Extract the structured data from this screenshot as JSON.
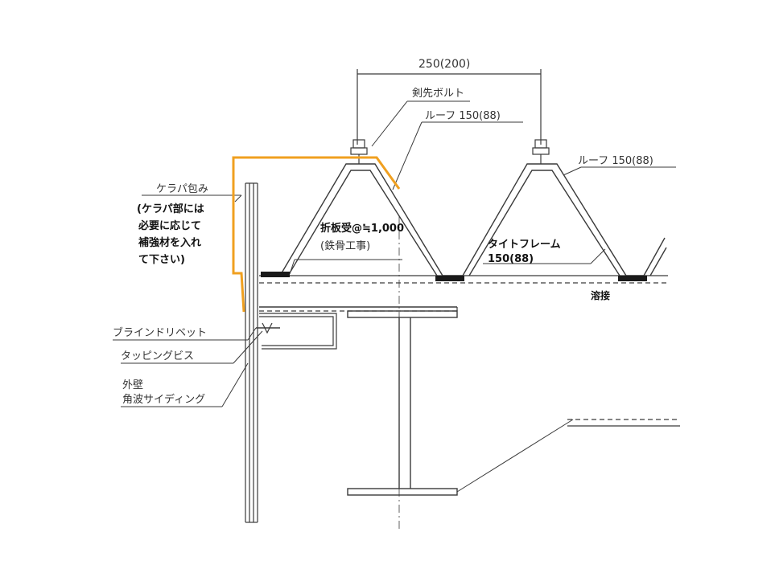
{
  "labels": {
    "span": "250(200)",
    "bolt": "剣先ボルト",
    "roof_a": "ルーフ 150(88)",
    "roof_b": "ルーフ 150(88)",
    "kerapa": "ケラパ包み",
    "note_1": "(ケラパ部には",
    "note_2": "必要に応じて",
    "note_3": "補強材を入れ",
    "note_4": "て下さい)",
    "purlin_1": "折板受@≒1,000",
    "purlin_2": "(鉄骨工事)",
    "tight_1": "タイトフレーム",
    "tight_2": "150(88)",
    "weld": "溶接",
    "rivet": "ブラインドリベット",
    "screw": "タッピングビス",
    "wall_1": "外壁",
    "wall_2": "角波サイディング"
  },
  "colors": {
    "line": "#3a3a3a",
    "highlight": "#f0a020",
    "weld": "#1a1a1a"
  }
}
